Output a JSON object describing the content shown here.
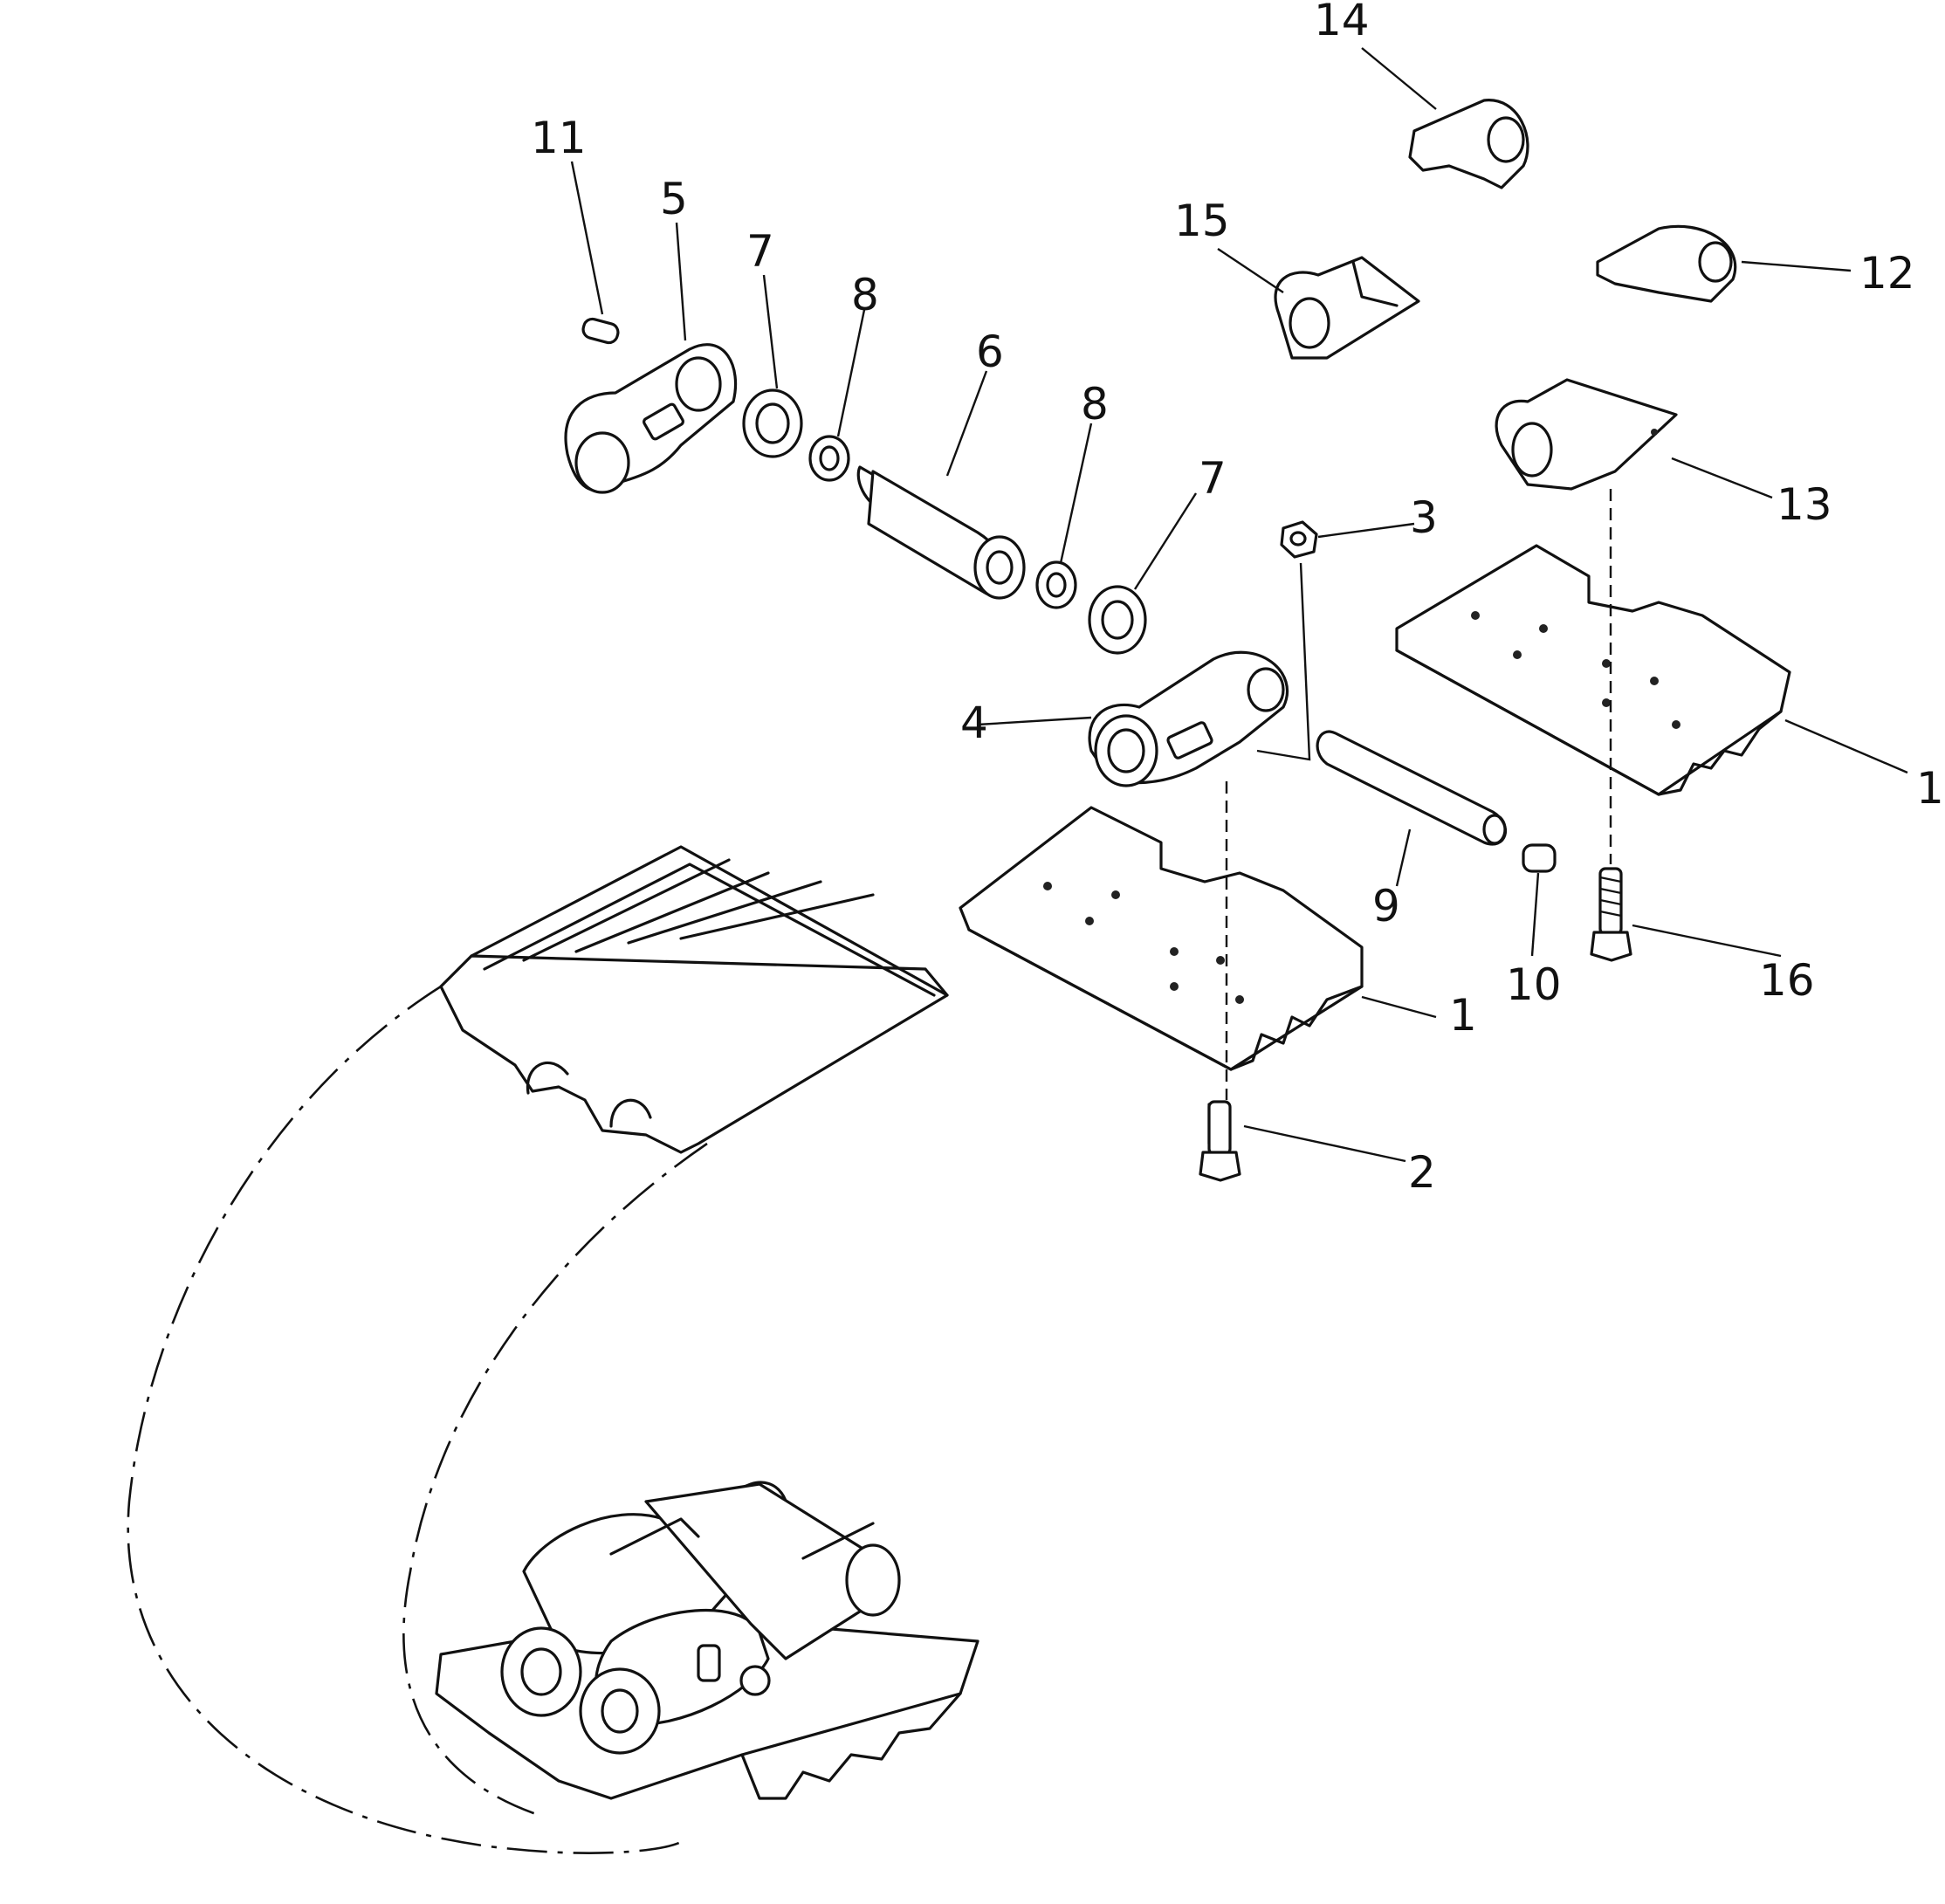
{
  "callouts": [
    {
      "id": "c14",
      "text": "14"
    },
    {
      "id": "c11",
      "text": "11"
    },
    {
      "id": "c5",
      "text": "5"
    },
    {
      "id": "c15",
      "text": "15"
    },
    {
      "id": "c7a",
      "text": "7"
    },
    {
      "id": "c8a",
      "text": "8"
    },
    {
      "id": "c12",
      "text": "12"
    },
    {
      "id": "c6",
      "text": "6"
    },
    {
      "id": "c8b",
      "text": "8"
    },
    {
      "id": "c13",
      "text": "13"
    },
    {
      "id": "c7b",
      "text": "7"
    },
    {
      "id": "c3",
      "text": "3"
    },
    {
      "id": "c4",
      "text": "4"
    },
    {
      "id": "c1a",
      "text": "1"
    },
    {
      "id": "c9",
      "text": "9"
    },
    {
      "id": "c16",
      "text": "16"
    },
    {
      "id": "c10",
      "text": "10"
    },
    {
      "id": "c1b",
      "text": "1"
    },
    {
      "id": "c2",
      "text": "2"
    }
  ]
}
